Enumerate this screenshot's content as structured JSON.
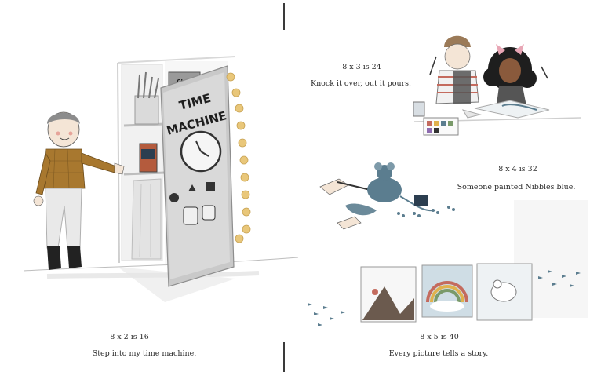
{
  "illustration": {
    "door_sign": [
      "TIME",
      "MACHINE"
    ],
    "jar_label": "CLAY"
  },
  "pages": {
    "right_top": {
      "equation": "8 x 3 is 24",
      "line": "Knock it over, out it pours."
    },
    "right_middle": {
      "equation": "8 x 4 is 32",
      "line": "Someone painted Nibbles blue."
    },
    "left_bottom": {
      "equation": "8 x 2 is 16",
      "line": "Step into my time machine."
    },
    "right_bottom": {
      "equation": "8 x 5 is 40",
      "line": "Every picture tells a story."
    }
  },
  "colors": {
    "sweater": "#a8782f",
    "boot": "#222222",
    "blue_paint": "#5b7d8f",
    "bulb": "#e9c77a",
    "bow": "#e8a6b5"
  }
}
